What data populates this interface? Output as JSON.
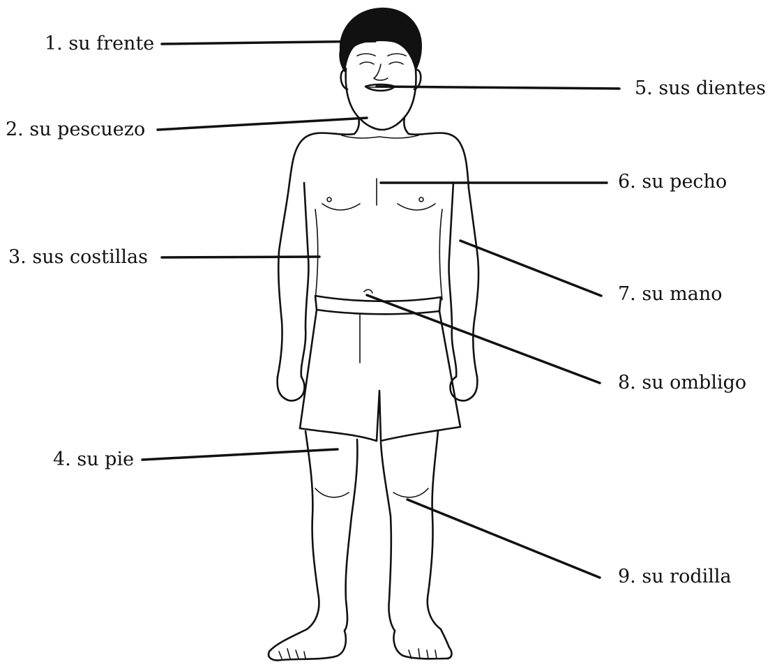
{
  "labels": {
    "frente": "1. su frente",
    "pescuezo": "2. su pescuezo",
    "costillas": "3. sus costillas",
    "pie": "4. su pie",
    "dientes": "5. sus dientes",
    "pecho": "6. su pecho",
    "mano": "7. su mano",
    "ombligo": "8. su ombligo",
    "rodilla": "9. su rodilla"
  }
}
